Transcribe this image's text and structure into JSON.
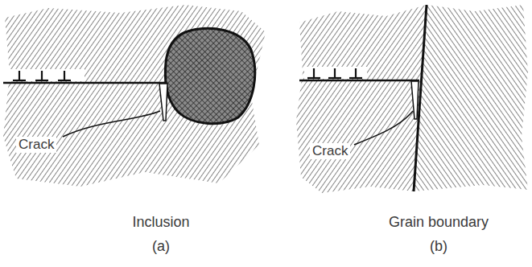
{
  "diagram": {
    "labels": [
      "Crack",
      "Crack",
      "Inclusion",
      "(a)",
      "Grain boundary",
      "(b)"
    ]
  }
}
